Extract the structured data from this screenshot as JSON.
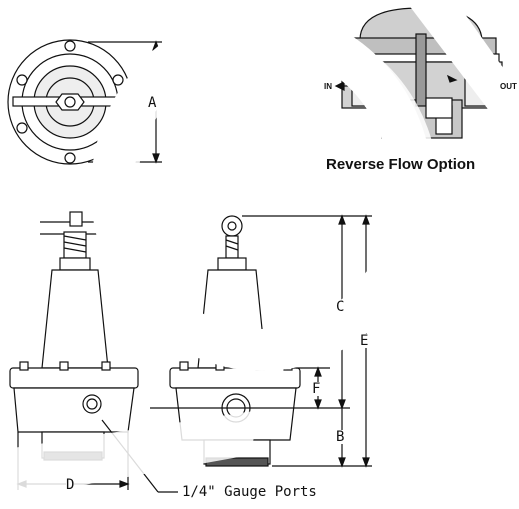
{
  "caption": "Reverse Flow Option",
  "port_in": "IN",
  "port_out": "OUT",
  "dims": {
    "a": "A",
    "b": "B",
    "c": "C",
    "d": "D",
    "e": "E",
    "f": "F"
  },
  "gauge_ports": "1/4\" Gauge Ports",
  "colors": {
    "line": "#111111",
    "body": "#d8d8d8",
    "watermark": "#000000"
  }
}
